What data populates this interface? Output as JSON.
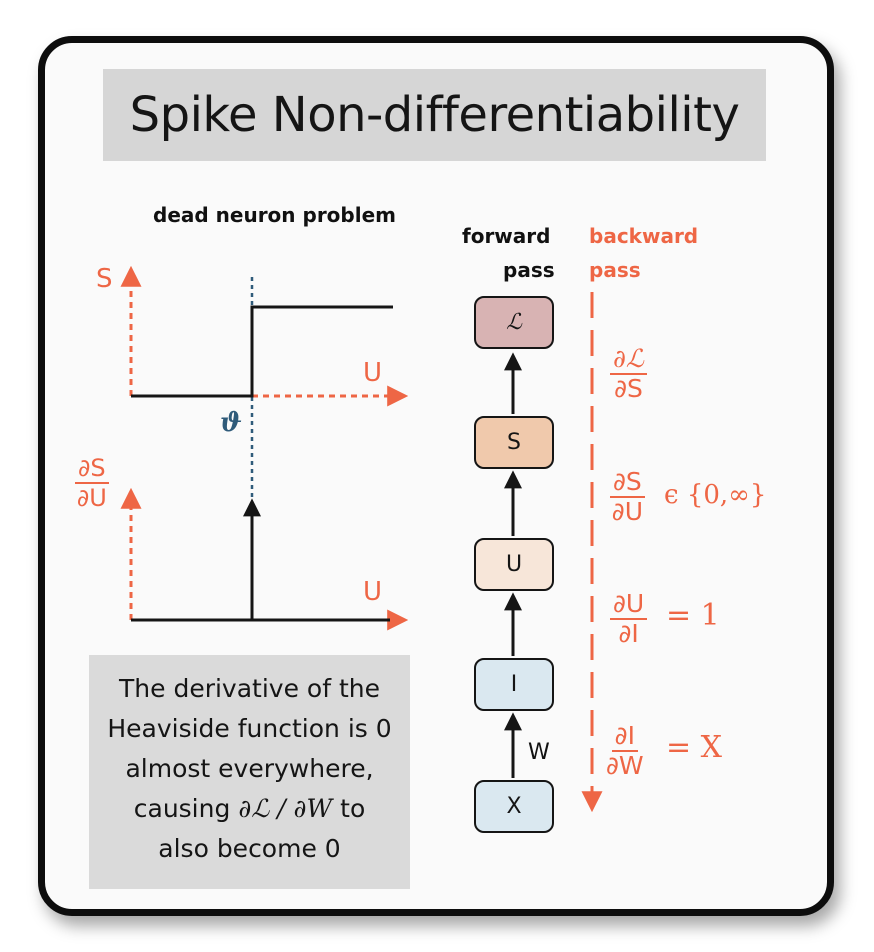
{
  "title": "Spike Non-differentiability",
  "plot_top": {
    "heading": "dead neuron problem",
    "y_label": "S",
    "x_label": "U",
    "threshold_symbol": "ϑ"
  },
  "plot_bottom": {
    "y_label_num": "∂S",
    "y_label_den": "∂U",
    "x_label": "U"
  },
  "note": {
    "line1": "The derivative of the",
    "line2": "Heaviside function is 0",
    "line3": "almost everywhere,",
    "line4_pre": "causing",
    "line4_math": "∂ℒ / ∂W",
    "line4_post": "to",
    "line5": "also become 0"
  },
  "graph": {
    "forward_label_1": "forward",
    "forward_label_2": "pass",
    "backward_label_1": "backward",
    "backward_label_2": "pass",
    "nodes": [
      "ℒ",
      "S",
      "U",
      "I",
      "X"
    ],
    "edge_weight": "W",
    "colors": {
      "loss": "#d8b3b3",
      "spike": "#f0c9ac",
      "membrane": "#f7e6d9",
      "current": "#dae8f0",
      "input": "#dae8f0"
    }
  },
  "gradients": [
    {
      "num": "∂ℒ",
      "den": "∂S",
      "rhs": ""
    },
    {
      "num": "∂S",
      "den": "∂U",
      "rhs": "ϵ {0,∞}"
    },
    {
      "num": "∂U",
      "den": "∂I",
      "rhs": "= 1"
    },
    {
      "num": "∂I",
      "den": "∂W",
      "rhs": "= X"
    }
  ],
  "accent_color": "#ee6645",
  "threshold_color": "#2f5b7a"
}
